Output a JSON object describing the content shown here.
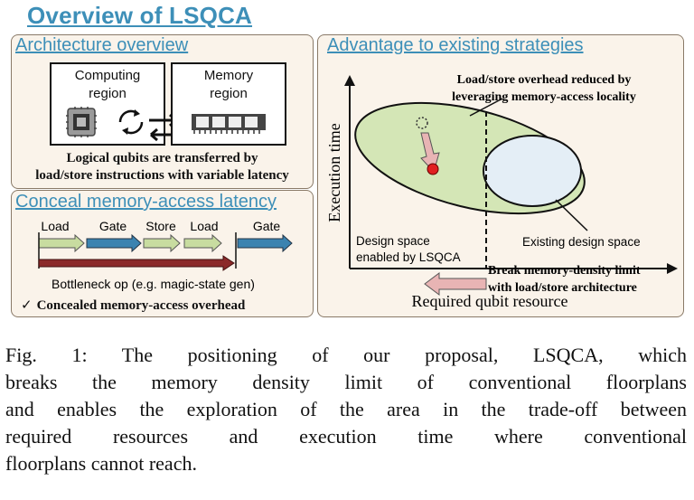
{
  "title": "Overview of LSQCA",
  "architecture": {
    "heading": "Architecture overview",
    "computing_label_1": "Computing",
    "computing_label_2": "region",
    "memory_label_1": "Memory",
    "memory_label_2": "region",
    "note_line_1": "Logical qubits are transferred by",
    "note_line_2": "load/store instructions with variable latency"
  },
  "conceal": {
    "heading": "Conceal memory-access latency",
    "steps": [
      "Load",
      "Gate",
      "Store",
      "Load",
      "Gate"
    ],
    "bottleneck": "Bottleneck op (e.g. magic-state gen)",
    "check": "✓",
    "result": "Concealed memory-access overhead"
  },
  "advantage": {
    "heading": "Advantage to existing strategies",
    "annotation_1": "Load/store overhead reduced by",
    "annotation_2": "leveraging memory-access locality",
    "y_axis": "Execution time",
    "x_axis": "Required qubit resource",
    "design_space_1": "Design space",
    "design_space_2": "enabled by LSQCA",
    "existing": "Existing design space",
    "break_1": "Break memory-density limit",
    "break_2": "with load/store architecture"
  },
  "caption": [
    "Fig. 1: The positioning of our proposal, LSQCA, which",
    "breaks the memory density limit of conventional floorplans",
    "and enables the exploration of the area in the trade-off between",
    "required resources and execution time where conventional",
    "floorplans cannot reach."
  ],
  "colors": {
    "accent": "#3d8fb8",
    "green_arrow": "#c8dca0",
    "blue_arrow": "#3b83b0",
    "bottleneck": "#8b2a2a",
    "ellipse_green": "#d4e6b6",
    "ellipse_blue": "#e4eef6",
    "pink_arrow": "#e8b4b4",
    "dot": "#e02020"
  }
}
